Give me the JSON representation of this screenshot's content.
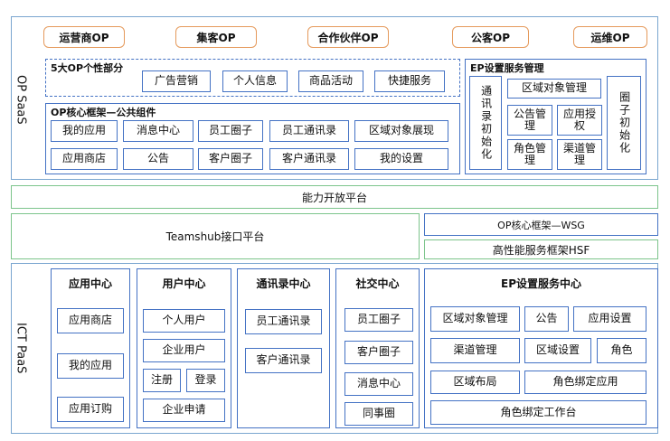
{
  "op_saas": {
    "label": "OP SaaS",
    "top_tabs": [
      "运营商OP",
      "集客OP",
      "合作伙伴OP",
      "公客OP",
      "运维OP"
    ],
    "personal": {
      "title": "5大OP个性部分",
      "items": [
        "广告营销",
        "个人信息",
        "商品活动",
        "快捷服务"
      ]
    },
    "core_public": {
      "title": "OP核心框架—公共组件",
      "row1": [
        "我的应用",
        "消息中心",
        "员工圈子",
        "员工通讯录",
        "区域对象展现"
      ],
      "row2": [
        "应用商店",
        "公告",
        "客户圈子",
        "客户通讯录",
        "我的设置"
      ]
    },
    "ep_service": {
      "title": "EP设置服务管理",
      "left_vertical": "通讯录初始化",
      "top_item": "区域对象管理",
      "grid": [
        "公告管理",
        "应用授权",
        "角色管理",
        "渠道管理"
      ],
      "right_vertical": "圈子初始化"
    }
  },
  "capability_platform": "能力开放平台",
  "teamshub": "Teamshub接口平台",
  "wsg": "OP核心框架—WSG",
  "hsf": "高性能服务框架HSF",
  "ict_paas": {
    "label": "ICT PaaS",
    "app_center": {
      "title": "应用中心",
      "items": [
        "应用商店",
        "我的应用",
        "应用订购"
      ]
    },
    "user_center": {
      "title": "用户中心",
      "items": [
        "个人用户",
        "企业用户",
        "注册",
        "登录",
        "企业申请"
      ]
    },
    "contacts_center": {
      "title": "通讯录中心",
      "items": [
        "员工通讯录",
        "客户通讯录"
      ]
    },
    "social_center": {
      "title": "社交中心",
      "items": [
        "员工圈子",
        "客户圈子",
        "消息中心",
        "同事圈"
      ]
    },
    "ep_center": {
      "title": "EP设置服务中心",
      "row1": [
        "区域对象管理",
        "公告",
        "应用设置"
      ],
      "row2": [
        "渠道管理",
        "区域设置",
        "角色"
      ],
      "row3": [
        "区域布局",
        "角色绑定应用"
      ],
      "row4": [
        "角色绑定工作台"
      ]
    }
  }
}
